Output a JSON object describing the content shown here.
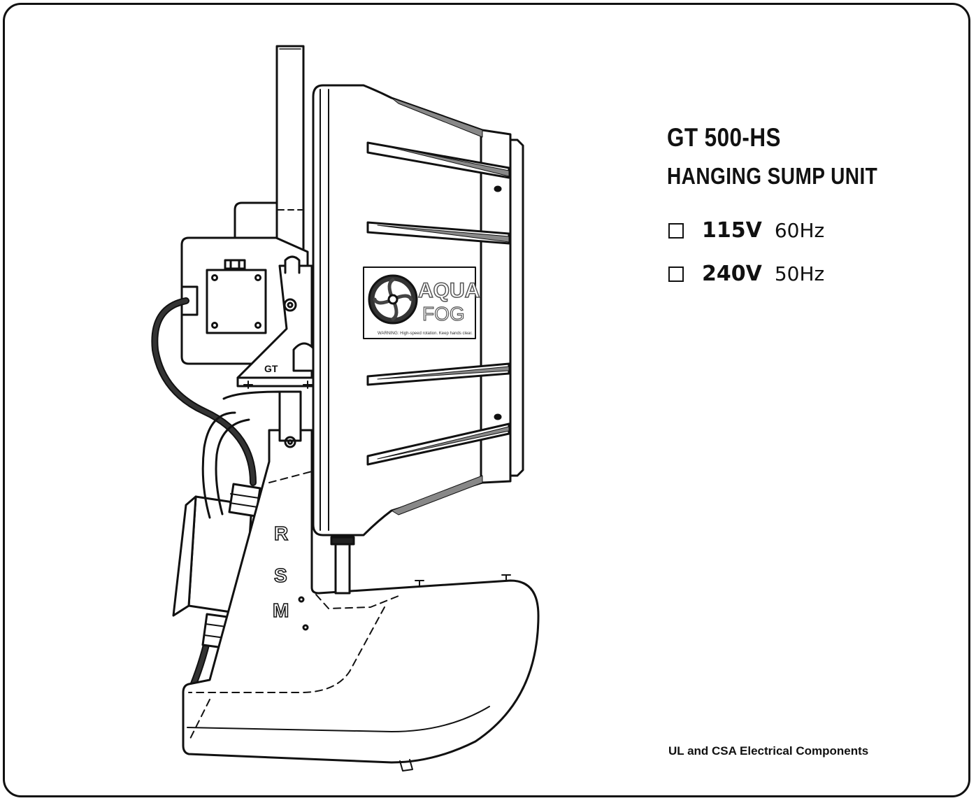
{
  "product": {
    "code": "GT 500-HS",
    "name": "HANGING SUMP UNIT"
  },
  "voltage_options": [
    {
      "voltage": "115V",
      "frequency": "60Hz",
      "checked": false
    },
    {
      "voltage": "240V",
      "frequency": "50Hz",
      "checked": false
    }
  ],
  "footer_note": "UL and CSA Electrical Components",
  "drawing": {
    "logo_line1": "AQUA",
    "logo_line2": "FOG",
    "logo_warning": "WARNING: High-speed rotation. Keep hands clear.",
    "bracket_label": "GT",
    "sump_letters": [
      "R",
      "S",
      "M"
    ]
  }
}
